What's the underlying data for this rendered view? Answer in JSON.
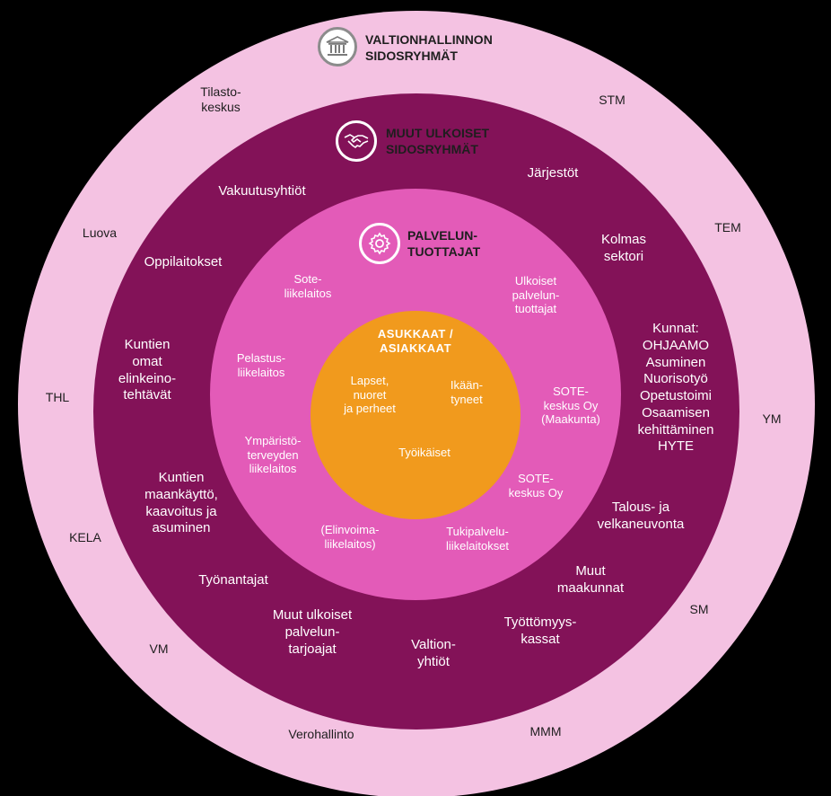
{
  "headings": {
    "outer": "VALTIONHALLINNON\nSIDOSRYHMÄT",
    "second": "MUUT ULKOISET\nSIDOSRYHMÄT",
    "third": "PALVELUN-\nTUOTTAJAT",
    "core": "ASUKKAAT /\nASIAKKAAT"
  },
  "icons": {
    "outer": "government-building-icon",
    "second": "handshake-icon",
    "third": "gear-icon"
  },
  "outer_ring": {
    "tilastokeskus": "Tilasto-\nkeskus",
    "stm": "STM",
    "luova": "Luova",
    "tem": "TEM",
    "thl": "THL",
    "ym": "YM",
    "kela": "KELA",
    "sm": "SM",
    "vm": "VM",
    "verohallinto": "Verohallinto",
    "mmm": "MMM"
  },
  "second_ring": {
    "vakuutusyhtiot": "Vakuutusyhtiöt",
    "jarjestot": "Järjestöt",
    "oppilaitokset": "Oppilaitokset",
    "kolmas_sektori": "Kolmas\nsektori",
    "kuntien_elinkeino": "Kuntien\nomat\nelinkeino-\ntehtävät",
    "kunnat": "Kunnat:\nOHJAAMO\nAsuminen\nNuorisotyö\nOpetustoimi\nOsaamisen\nkehittäminen\nHYTE",
    "kuntien_maankaytto": "Kuntien\nmaankäyttö,\nkaavoitus  ja\nasuminen",
    "talous": "Talous-  ja\nvelkaneuvonta",
    "tyonantajat": "Työnantajat",
    "muut_maakunnat": "Muut\nmaakunnat",
    "muut_ulkoiset": "Muut  ulkoiset\npalvelun-\ntarjoajat",
    "tyottomyyskassat": "Työttömyys-\nkassat",
    "valtionyhtiot": "Valtion-\nyhtiöt"
  },
  "third_ring": {
    "sote_liikelaitos": "Sote-\nliikelaitos",
    "ulkoiset_palveluntuottajat": "Ulkoiset\npalvelun-\ntuottajat",
    "pelastusliikelaitos": "Pelastus-\nliikelaitos",
    "sote_keskus_maakunta": "SOTE-\nkeskus Oy\n(Maakunta)",
    "ymparistoterveyden": "Ympäristö-\nterveyden\nliikelaitos",
    "sote_keskus_oy": "SOTE-\nkeskus Oy",
    "elinvoima": "(Elinvoima-\nliikelaitos)",
    "tukipalvelu": "Tukipalvelu-\nliikelaitokset"
  },
  "core": {
    "lapset": "Lapset,\nnuoret\nja perheet",
    "ikaantyneet": "Ikään-\ntyneet",
    "tyoikaiset": "Työikäiset"
  },
  "colors": {
    "outer_ring": "#f4c2e2",
    "second_ring": "#831258",
    "third_ring": "#e35bb8",
    "core": "#f19a1d"
  }
}
